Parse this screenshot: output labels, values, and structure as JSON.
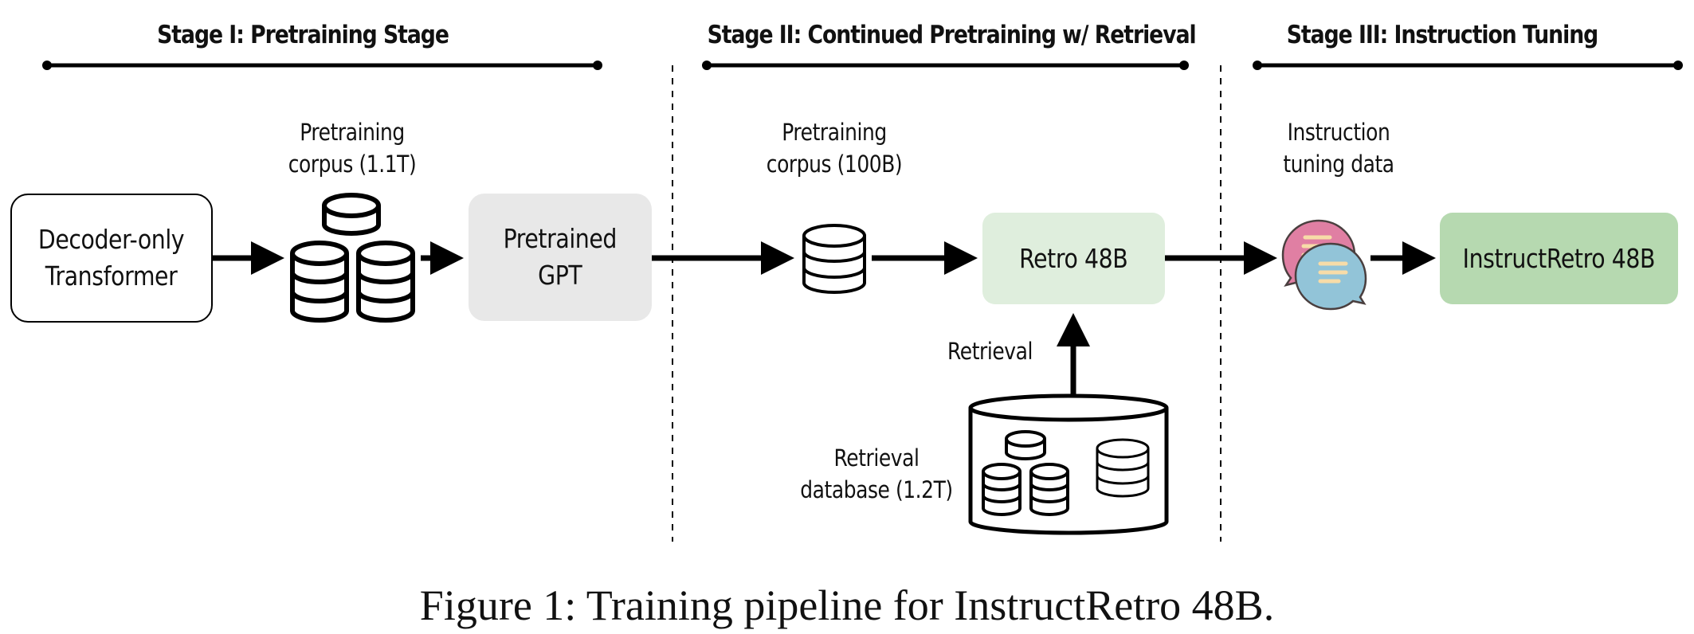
{
  "stages": [
    {
      "title": "Stage I: Pretraining Stage"
    },
    {
      "title": "Stage II: Continued Pretraining w/ Retrieval"
    },
    {
      "title": "Stage III: Instruction Tuning"
    }
  ],
  "nodes": {
    "decoder": {
      "line1": "Decoder-only",
      "line2": "Transformer"
    },
    "corpus_1": {
      "line1": "Pretraining",
      "line2": "corpus (1.1T)"
    },
    "pretrained_gpt": {
      "line1": "Pretrained",
      "line2": "GPT"
    },
    "corpus_2": {
      "line1": "Pretraining",
      "line2": "corpus (100B)"
    },
    "retro": {
      "label": "Retro 48B"
    },
    "instruction_data": {
      "line1": "Instruction",
      "line2": "tuning data"
    },
    "instructretro": {
      "label": "InstructRetro 48B"
    },
    "retrieval_edge": {
      "label": "Retrieval"
    },
    "retrieval_db": {
      "line1": "Retrieval",
      "line2": "database (1.2T)"
    }
  },
  "colors": {
    "pretrained_gpt_fill": "#e8e8e8",
    "retro_fill": "#dfeedd",
    "instructretro_fill": "#b6d9b0",
    "bubble_pink": "#e07fa3",
    "bubble_blue": "#92c4d8",
    "bubble_lines": "#f7dca8"
  },
  "caption": "Figure 1: Training pipeline for InstructRetro 48B."
}
